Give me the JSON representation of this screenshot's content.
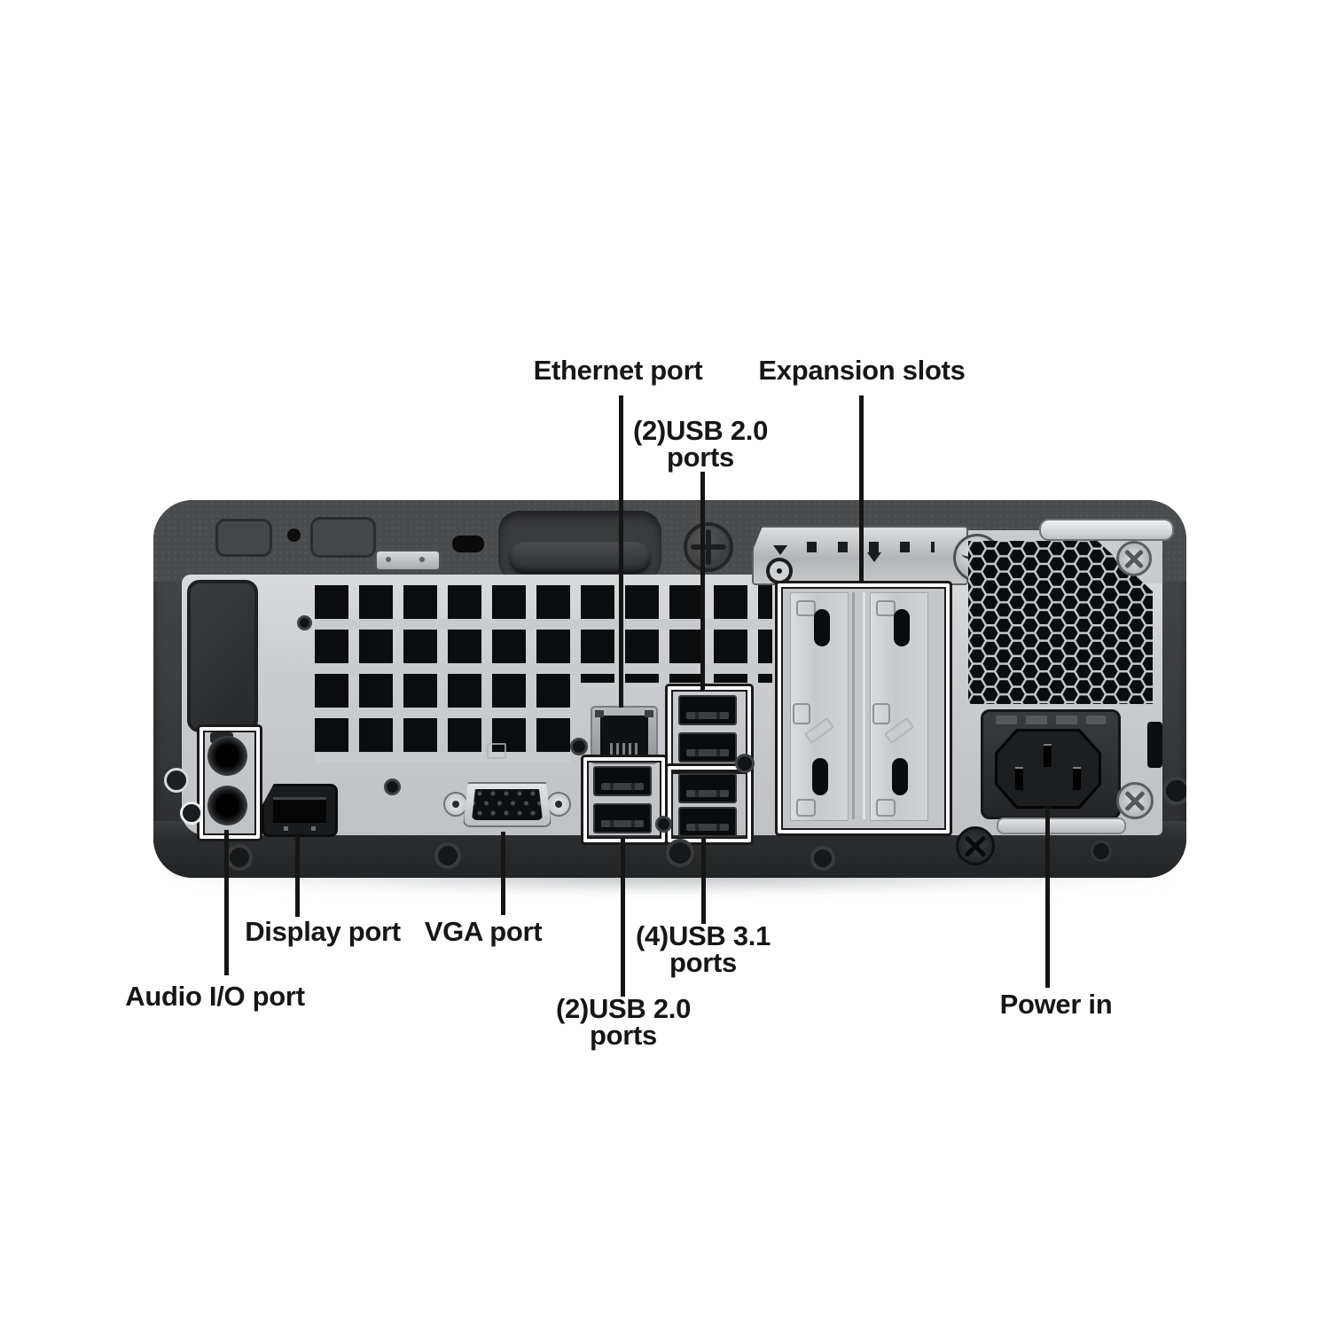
{
  "colors": {
    "background": "#ffffff",
    "chassis_dark": "#3f4042",
    "panel_silver": "#c9cbce",
    "vent_black": "#0b0c0d",
    "callout_line": "#151515",
    "label_text": "#161616"
  },
  "callouts": {
    "ethernet": {
      "label": "Ethernet port"
    },
    "usb20_top": {
      "line1": "(2)USB 2.0",
      "line2": "ports"
    },
    "expansion_slots": {
      "label": "Expansion slots"
    },
    "display_port": {
      "label": "Display port"
    },
    "vga": {
      "label": "VGA port"
    },
    "usb31": {
      "line1": "(4)USB 3.1",
      "line2": "ports"
    },
    "audio": {
      "label": "Audio I/O port"
    },
    "usb20_bottom": {
      "line1": "(2)USB 2.0",
      "line2": "ports"
    },
    "power": {
      "label": "Power in"
    }
  }
}
